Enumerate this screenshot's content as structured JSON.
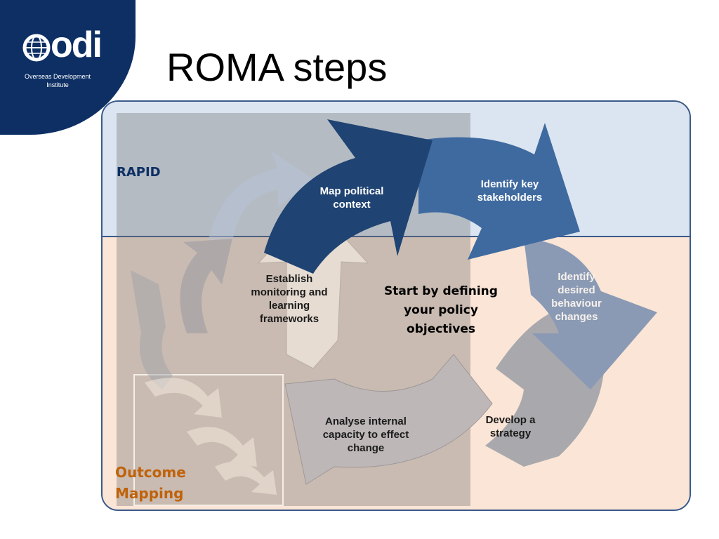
{
  "logo": {
    "mark": "odi",
    "org_name": "Overseas Development Institute"
  },
  "slide": {
    "title": "ROMA steps"
  },
  "regions": {
    "top_label": "RAPID",
    "bottom_label": "Outcome Mapping"
  },
  "center_text": "Start by defining your policy objectives",
  "steps": [
    {
      "label": "Map political context"
    },
    {
      "label": "Identify key stakeholders"
    },
    {
      "label": "Identify desired behaviour changes"
    },
    {
      "label": "Develop a strategy"
    },
    {
      "label": "Analyse internal capacity to effect change"
    },
    {
      "label": "Establish monitoring and learning frameworks"
    }
  ],
  "colors": {
    "brand": "#0d2f64",
    "rapid_band": "#dbe5f1",
    "om_band": "#fbe5d6",
    "om_label": "#c0620a",
    "dark_arrow": "#1f4372",
    "mid_arrow": "#3f6aa0"
  }
}
